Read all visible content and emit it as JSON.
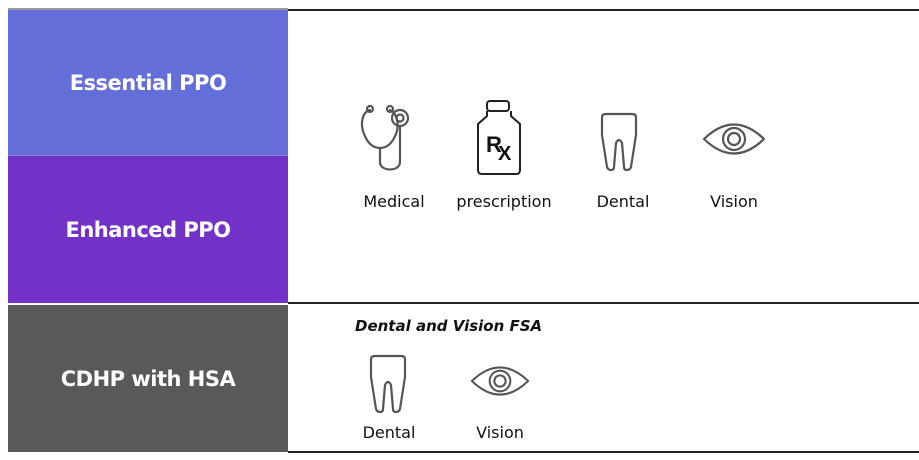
{
  "plans": [
    {
      "name": "Essential PPO",
      "color": "#636ed8"
    },
    {
      "name": "Enhanced PPO",
      "color": "#7232c8"
    },
    {
      "name": "CDHP with HSA",
      "color": "#595959"
    }
  ],
  "ppo_benefits": [
    {
      "label": "Medical",
      "icon": "stethoscope-icon"
    },
    {
      "label": "prescription",
      "icon": "rx-bottle-icon",
      "icon_text": "Rx"
    },
    {
      "label": "Dental",
      "icon": "tooth-icon"
    },
    {
      "label": "Vision",
      "icon": "eye-icon"
    }
  ],
  "cdhp_benefits": {
    "title": "Dental and Vision FSA",
    "items": [
      {
        "label": "Dental",
        "icon": "tooth-icon"
      },
      {
        "label": "Vision",
        "icon": "eye-icon"
      }
    ]
  }
}
